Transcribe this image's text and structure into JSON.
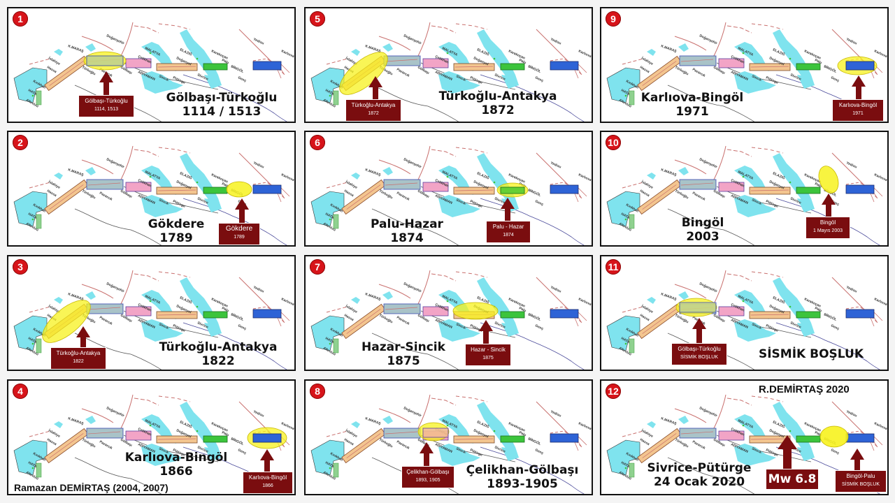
{
  "colors": {
    "badge": "#d7141a",
    "callout": "#7a0d0f",
    "highlight": "#f7f21e",
    "water": "#7fe3ee",
    "fault": "#c9706e",
    "seg_turkoglu_antakya": "#f3c58f",
    "seg_golbasi_turkoglu": "#a9c3c8",
    "seg_celikhan": "#f2a4c6",
    "seg_puturge_sivrice": "#f3c58f",
    "seg_palu": "#3cc43c",
    "seg_karliova": "#2e63d6"
  },
  "map_labels": [
    "K.MARAŞ",
    "Doğanşehir",
    "MALATYA",
    "Çelikhan",
    "ADIYAMAN",
    "ELAZIĞ",
    "Doğanyol",
    "Karakoçan",
    "Palu",
    "BİNGÖL",
    "Genç",
    "Yedisu",
    "Karlıova",
    "Sincik",
    "Pütürge",
    "Sivrice",
    "Türkoğlu",
    "Pazarcık",
    "Gölbaşı",
    "İslahiye",
    "Hassa",
    "Kırıkhan",
    "HATAY",
    "Altınözü"
  ],
  "panels": [
    {
      "number": "1",
      "title_line1": "Gölbaşı-Türkoğlu",
      "title_line2": "1114 / 1513",
      "callout_line1": "Gölbaşı-Türkoğlu",
      "callout_line2": "1114, 1513"
    },
    {
      "number": "2",
      "title_line1": "Gökdere",
      "title_line2": "1789",
      "callout_line1": "Gökdere",
      "callout_line2": "1789"
    },
    {
      "number": "3",
      "title_line1": "Türkoğlu-Antakya",
      "title_line2": "1822",
      "callout_line1": "Türkoğlu-Antakya",
      "callout_line2": "1822"
    },
    {
      "number": "4",
      "title_line1": "Karlıova-Bingöl",
      "title_line2": "1866",
      "callout_line1": "Karlıova-Bingöl",
      "callout_line2": "1866"
    },
    {
      "number": "5",
      "title_line1": "Türkoğlu-Antakya",
      "title_line2": "1872",
      "callout_line1": "Türkoğlu-Antakya",
      "callout_line2": "1872"
    },
    {
      "number": "6",
      "title_line1": "Palu-Hazar",
      "title_line2": "1874",
      "callout_line1": "Palu - Hazar",
      "callout_line2": "1874"
    },
    {
      "number": "7",
      "title_line1": "Hazar-Sincik",
      "title_line2": "1875",
      "callout_line1": "Hazar - Sincik",
      "callout_line2": "1875"
    },
    {
      "number": "8",
      "title_line1": "Çelikhan-Gölbaşı",
      "title_line2": "1893-1905",
      "callout_line1": "Çelikhan-Gölbaşı",
      "callout_line2": "1893, 1905"
    },
    {
      "number": "9",
      "title_line1": "Karlıova-Bingöl",
      "title_line2": "1971",
      "callout_line1": "Karlıova-Bingöl",
      "callout_line2": "1971"
    },
    {
      "number": "10",
      "title_line1": "Bingöl",
      "title_line2": "2003",
      "callout_line1": "Bingöl",
      "callout_line2": "1 Mayıs 2003"
    },
    {
      "number": "11",
      "title_line1": "SİSMİK BOŞLUK",
      "title_line2": "",
      "callout_line1": "Gölbaşı-Türkoğlu",
      "callout_line2": "SİSMİK BOŞLUK"
    },
    {
      "number": "12",
      "title_line1": "Sivrice-Pütürge",
      "title_line2": "24 Ocak 2020",
      "callout_line1": "Bingöl-Palu",
      "callout_line2": "SİSMİK BOŞLUK",
      "magnitude": "Mw 6.8",
      "credit": "R.DEMİRTAŞ 2020"
    }
  ],
  "author_credit": "Ramazan DEMİRTAŞ (2004, 2007)"
}
